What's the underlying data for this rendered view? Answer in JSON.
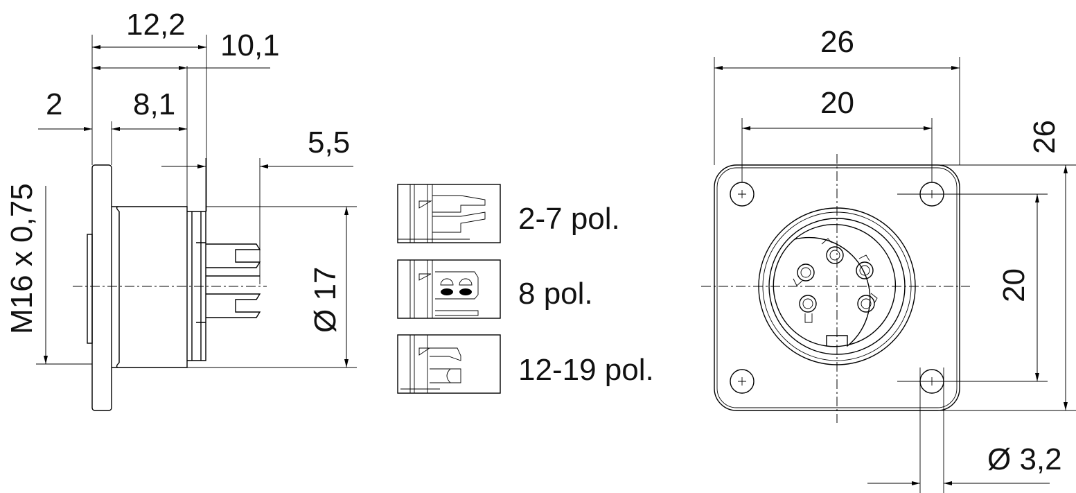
{
  "side_view": {
    "dim_total_length": "12,2",
    "dim_body_length": "10,1",
    "dim_flange": "2",
    "dim_body": "8,1",
    "dim_pin_length": "5,5",
    "thread": "M16 x 0,75",
    "dim_diameter": "Ø 17"
  },
  "contact_variants": [
    {
      "label": "2-7 pol."
    },
    {
      "label": "8 pol."
    },
    {
      "label": "12-19 pol."
    }
  ],
  "front_view": {
    "dim_width_outer": "26",
    "dim_width_holes": "20",
    "dim_height_outer": "26",
    "dim_height_holes": "20",
    "dim_hole": "Ø 3,2"
  }
}
